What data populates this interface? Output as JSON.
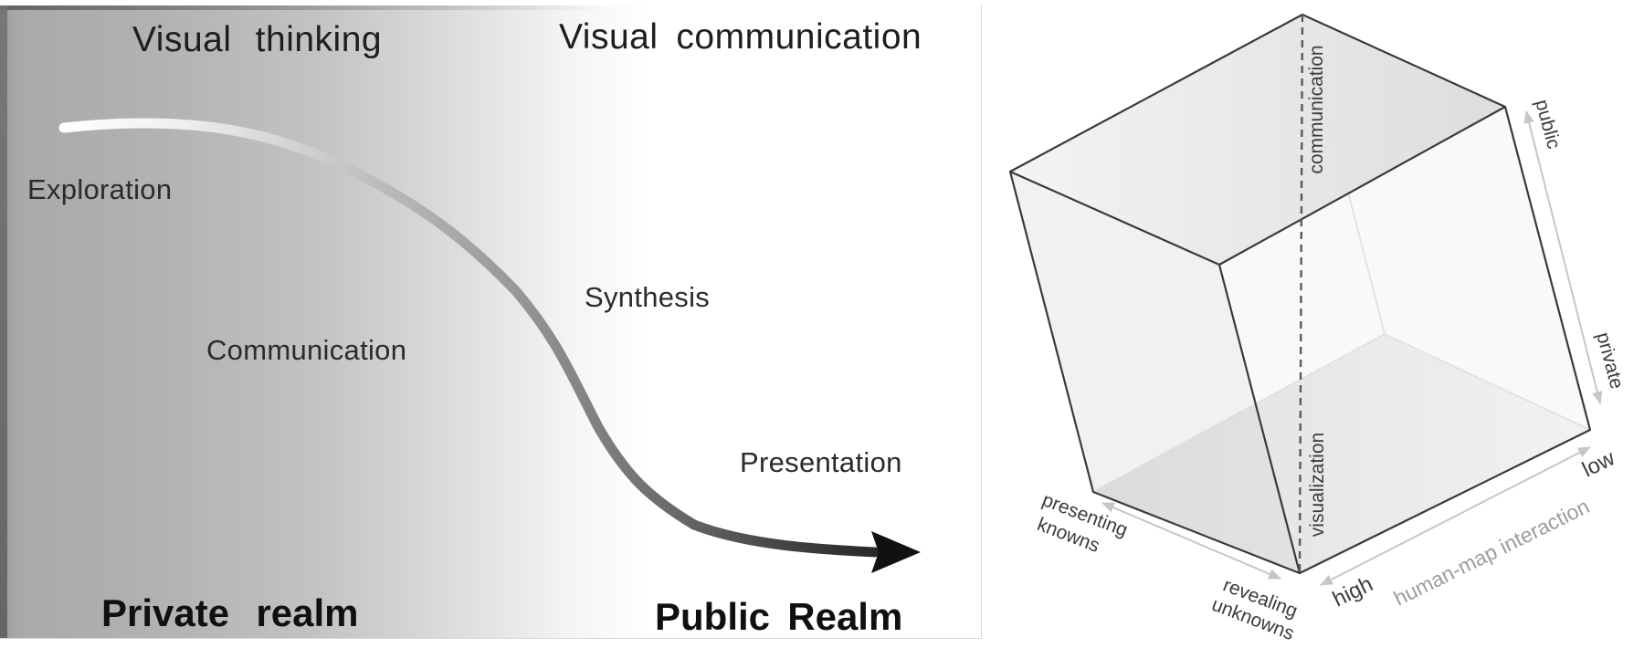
{
  "figure": {
    "left_panel": {
      "title_thinking": "Visual thinking",
      "title_communication": "Visual communication",
      "stages": {
        "exploration": "Exploration",
        "communication": "Communication",
        "synthesis": "Synthesis",
        "presentation": "Presentation"
      },
      "realm_private": "Private realm",
      "realm_public": "Public Realm"
    },
    "cube_panel": {
      "axis_vertical": {
        "top_label": "communication",
        "bottom_label": "visualization"
      },
      "axis_right": {
        "top_label": "public",
        "bottom_label": "private"
      },
      "axis_bottom_left": {
        "start_line1": "presenting",
        "start_line2": "knowns",
        "end_line1": "revealing",
        "end_line2": "unknowns"
      },
      "axis_bottom_right": {
        "near_label": "high",
        "far_label": "low",
        "axis_label": "human-map interaction"
      }
    }
  },
  "colors": {
    "cube_edge": "#3a3a3a",
    "hidden_edge": "#cbcbcb",
    "arrow_gray": "#c6c6c6",
    "label_dark": "#3c3c3c",
    "muted_label": "#9c9c9c",
    "curve_start": "#ffffff",
    "curve_end": "#1a1a1a",
    "panel_gradient_dark": "#a6a6a6"
  }
}
